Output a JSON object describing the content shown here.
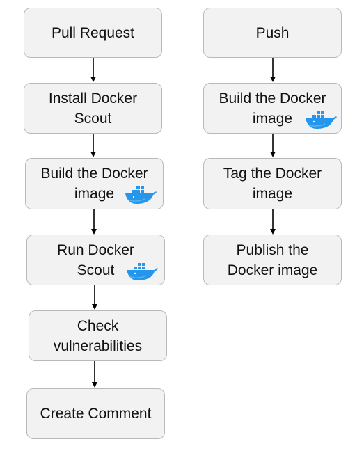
{
  "left_flow": {
    "steps": [
      {
        "label": "Pull Request",
        "docker_icon": false
      },
      {
        "line1": "Install Docker",
        "line2": "Scout",
        "docker_icon": false
      },
      {
        "line1": "Build the Docker",
        "line2": "image",
        "docker_icon": true
      },
      {
        "line1": "Run Docker",
        "line2": "Scout",
        "docker_icon": true
      },
      {
        "line1": "Check",
        "line2": "vulnerabilities",
        "docker_icon": false
      },
      {
        "label": "Create Comment",
        "docker_icon": false
      }
    ]
  },
  "right_flow": {
    "steps": [
      {
        "label": "Push",
        "docker_icon": false
      },
      {
        "line1": "Build the Docker",
        "line2": "image",
        "docker_icon": true
      },
      {
        "line1": "Tag the Docker",
        "line2": "image",
        "docker_icon": false
      },
      {
        "line1": "Publish the",
        "line2": "Docker image",
        "docker_icon": false
      }
    ]
  },
  "icons": {
    "docker": "docker-whale-icon"
  },
  "colors": {
    "box_fill": "#f2f2f2",
    "box_border": "#b9b9b9",
    "text": "#111111",
    "arrow": "#000000",
    "docker_blue": "#2496ed",
    "docker_light": "#5fb3e8"
  }
}
